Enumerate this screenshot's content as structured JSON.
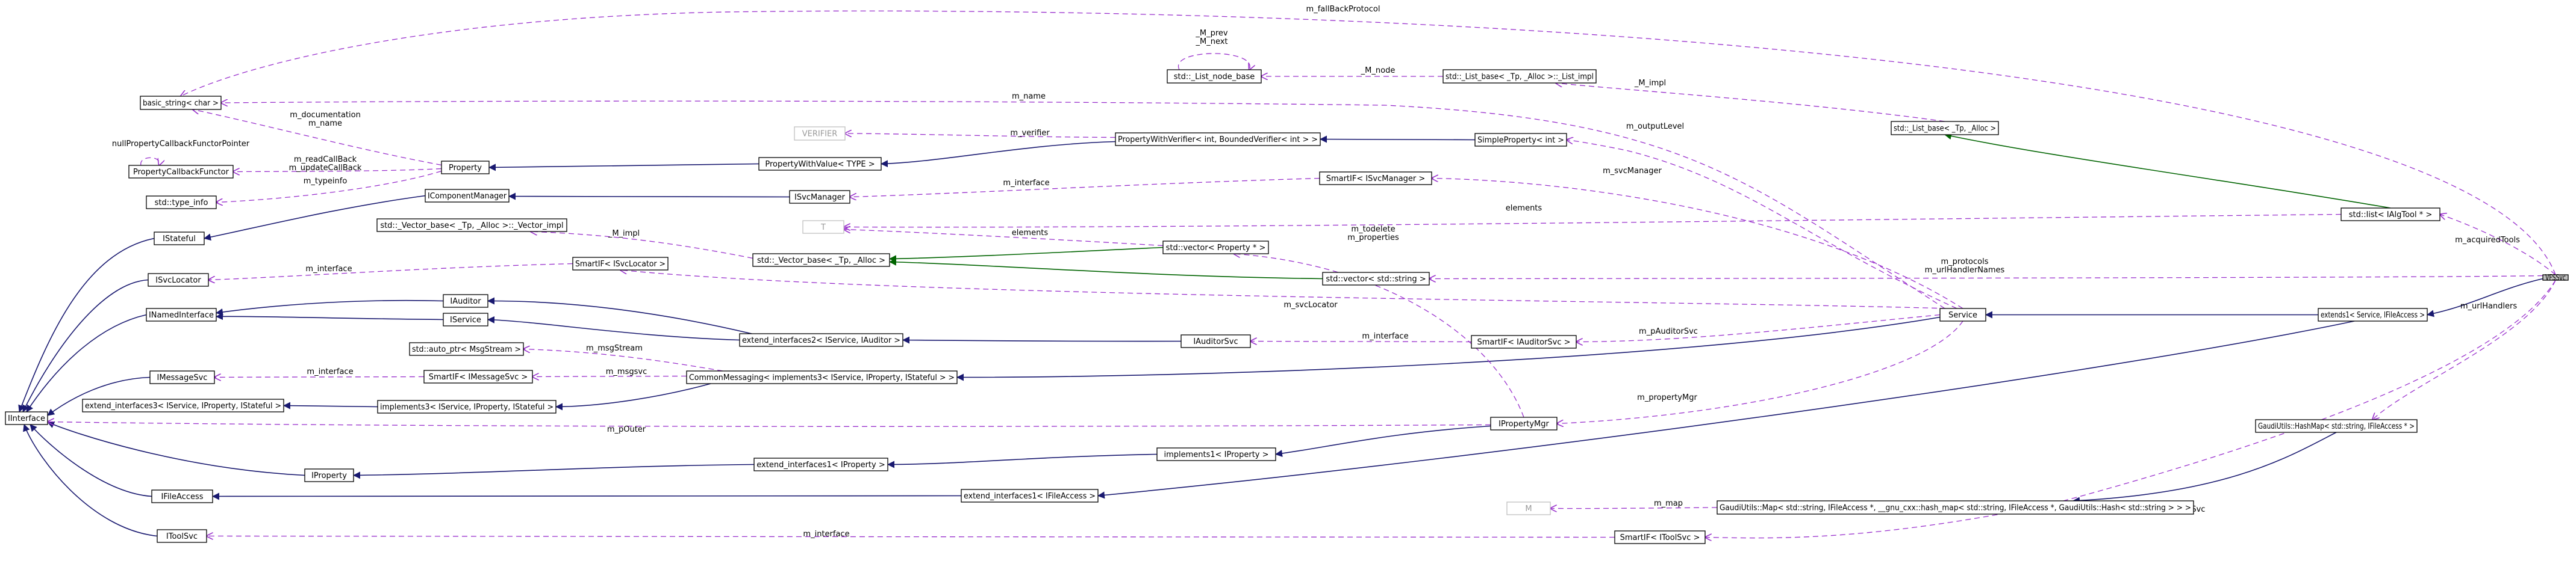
{
  "nodes": {
    "vfssvc": "VFSSvc",
    "basic_string": "basic_string< char >",
    "list_node_base": "std::_List_node_base",
    "list_base_impl": "std::_List_base< _Tp, _Alloc >::_List_impl",
    "list_base": "std::_List_base< _Tp, _Alloc >",
    "verifier": "VERIFIER",
    "property_with_verifier": "PropertyWithVerifier< int, BoundedVerifier< int > >",
    "simple_property": "SimpleProperty< int >",
    "property_callback_functor": "PropertyCallbackFunctor",
    "property": "Property",
    "property_with_value": "PropertyWithValue< TYPE >",
    "std_type_info": "std::type_info",
    "smartif_isvcmanager": "SmartIF< ISvcManager >",
    "icomponent_manager": "IComponentManager",
    "isvc_manager": "ISvcManager",
    "std_list_ialgtool": "std::list< IAlgTool * >",
    "istateful": "IStateful",
    "vector_base_impl": "std::_Vector_base< _Tp, _Alloc >::_Vector_impl",
    "T": "T",
    "std_vector_property": "std::vector< Property * >",
    "isvc_locator": "ISvcLocator",
    "smartif_isvclocator": "SmartIF< ISvcLocator >",
    "vector_base": "std::_Vector_base< _Tp, _Alloc >",
    "std_vector_string": "std::vector< std::string >",
    "inamed_interface": "INamedInterface",
    "iauditor": "IAuditor",
    "iservice": "IService",
    "extend_interfaces2": "extend_interfaces2< IService, IAuditor >",
    "service": "Service",
    "extends1": "extends1< Service, IFileAccess >",
    "auto_ptr": "std::auto_ptr< MsgStream >",
    "iauditor_svc": "IAuditorSvc",
    "smartif_iauditorsvc": "SmartIF< IAuditorSvc >",
    "imessage_svc": "IMessageSvc",
    "smartif_imessagesvc": "SmartIF< IMessageSvc >",
    "common_messaging": "CommonMessaging< implements3< IService, IProperty, IStateful > >",
    "extend_interfaces3": "extend_interfaces3< IService, IProperty, IStateful >",
    "implements3": "implements3< IService, IProperty, IStateful >",
    "iinterface": "IInterface",
    "iproperty_mgr": "IPropertyMgr",
    "gaudi_hashmap": "GaudiUtils::HashMap< std::string, IFileAccess * >",
    "implements1": "implements1< IProperty >",
    "iproperty": "IProperty",
    "extend_interfaces1_iproperty": "extend_interfaces1< IProperty >",
    "ifile_access": "IFileAccess",
    "extend_interfaces1_ifileaccess": "extend_interfaces1< IFileAccess >",
    "M": "M",
    "gaudi_map": "GaudiUtils::Map< std::string, IFileAccess *, __gnu_cxx::hash_map< std::string, IFileAccess *, GaudiUtils::Hash< std::string > > >",
    "itool_svc": "IToolSvc",
    "smartif_itoolsvc": "SmartIF< IToolSvc >"
  },
  "edge_labels": {
    "fallback": "m_fallBackProtocol",
    "m_prev_next": "_M_prev\n_M_next",
    "m_node": "_M_node",
    "m_impl_list": "_M_impl",
    "m_name": "m_name",
    "doc_name": "m_documentation\nm_name",
    "m_verifier": "m_verifier",
    "m_output_level": "m_outputLevel",
    "null_prop_cb": "nullPropertyCallbackFunctorPointer",
    "read_update_cb": "m_readCallBack\nm_updateCallBack",
    "typeinfo": "m_typeinfo",
    "svc_manager": "m_svcManager",
    "interface_svcmgr": "m_interface",
    "elements_list": "elements",
    "acquired_tools": "m_acquiredTools",
    "m_impl_vec": "_M_impl",
    "elements_vec": "elements",
    "todelete_properties": "m_todelete\nm_properties",
    "protocols_urlhandlernames": "m_protocols\nm_urlHandlerNames",
    "interface_locator": "m_interface",
    "svc_locator": "m_svcLocator",
    "url_handlers": "m_urlHandlers",
    "p_auditor_svc": "m_pAuditorSvc",
    "interface_auditor": "m_interface",
    "msg_stream": "m_msgStream",
    "interface_msgsvc": "m_interface",
    "msgsvc": "m_msgsvc",
    "property_mgr": "m_propertyMgr",
    "p_outer": "m_pOuter",
    "m_map": "m_map",
    "tool_svc": "m_toolSvc",
    "interface_toolsvc": "m_interface"
  }
}
